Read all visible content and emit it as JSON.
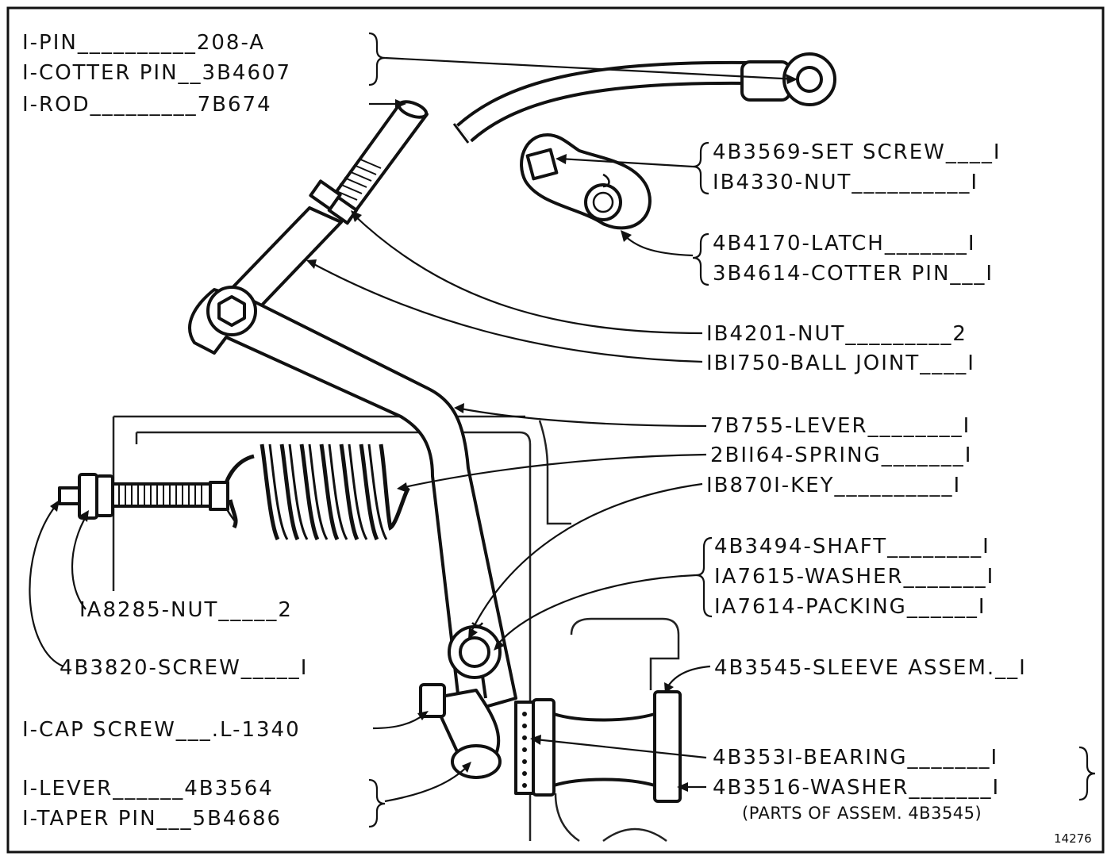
{
  "labels": {
    "left": {
      "pin": "I-PIN__________208-A",
      "cotter_pin": "I-COTTER PIN__3B4607",
      "rod": "I-ROD_________7B674",
      "nut_1a8285": "IA8285-NUT_____2",
      "screw_4b3820": "4B3820-SCREW_____I",
      "cap_screw": "I-CAP SCREW___.L-1340",
      "lever_4b3564": "I-LEVER______4B3564",
      "taper_pin": "I-TAPER PIN___5B4686"
    },
    "right": {
      "set_screw": "4B3569-SET SCREW____I",
      "nut_1b4330": "IB4330-NUT__________I",
      "latch": "4B4170-LATCH_______I",
      "cotter_pin_3b4614": "3B4614-COTTER PIN___I",
      "nut_1b4201": "IB4201-NUT_________2",
      "ball_joint": "IBI750-BALL JOINT____I",
      "lever_7b755": "7B755-LEVER________I",
      "spring": "2BII64-SPRING_______I",
      "key": "IB870I-KEY__________I",
      "shaft": "4B3494-SHAFT________I",
      "washer_1a7615": "IA7615-WASHER_______I",
      "packing": "IA7614-PACKING______I",
      "sleeve_assem": "4B3545-SLEEVE ASSEM.__I",
      "bearing": "4B353I-BEARING_______I",
      "washer_4b3516": "4B3516-WASHER_______I",
      "parts_note": "(PARTS OF ASSEM. 4B3545)"
    },
    "figure_number": "14276"
  },
  "colors": {
    "ink": "#111111",
    "background": "#ffffff"
  }
}
